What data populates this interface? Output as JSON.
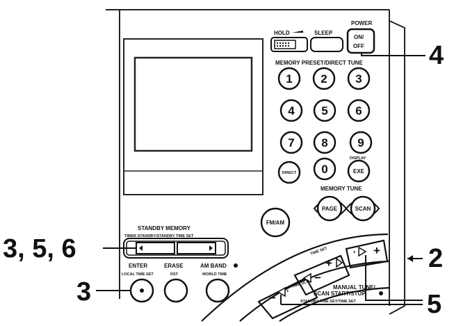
{
  "callouts": {
    "c4": "4",
    "c2": "2",
    "c356": "3, 5, 6",
    "c3": "3",
    "c5": "5"
  },
  "labels": {
    "power": "POWER",
    "on_off_1": "ON/",
    "on_off_2": "OFF",
    "hold": "HOLD",
    "sleep": "SLEEP",
    "memory_preset": "MEMORY PRESET/DIRECT TUNE",
    "display": "DISPLAY",
    "memory_tune": "MEMORY  TUNE",
    "standby_memory": "STANDBY MEMORY",
    "standby_sub": "TIMER STANDBY/STANDBY TIME SET",
    "time_set": "TIME SET",
    "time_dlt": "TIME DLT",
    "enter": "ENTER",
    "enter_sub": "LOCAL TIME SET",
    "erase": "ERASE",
    "erase_sub": "DST",
    "am_band": "AM BAND",
    "am_band_sub": "WORLD TIME",
    "manual_tune": "MANUAL TUNE/",
    "scan_start": "SCAN START/STOP",
    "standby_time": "STANDBY TIME SET/TIME SET"
  },
  "keys": {
    "k1": "1",
    "k2": "2",
    "k3": "3",
    "k4": "4",
    "k5": "5",
    "k6": "6",
    "k7": "7",
    "k8": "8",
    "k9": "9",
    "direct": "DIRECT",
    "k0": "0",
    "exe": "EXE",
    "page": "PAGE",
    "scan": "SCAN",
    "fm_am": "FM/AM"
  }
}
